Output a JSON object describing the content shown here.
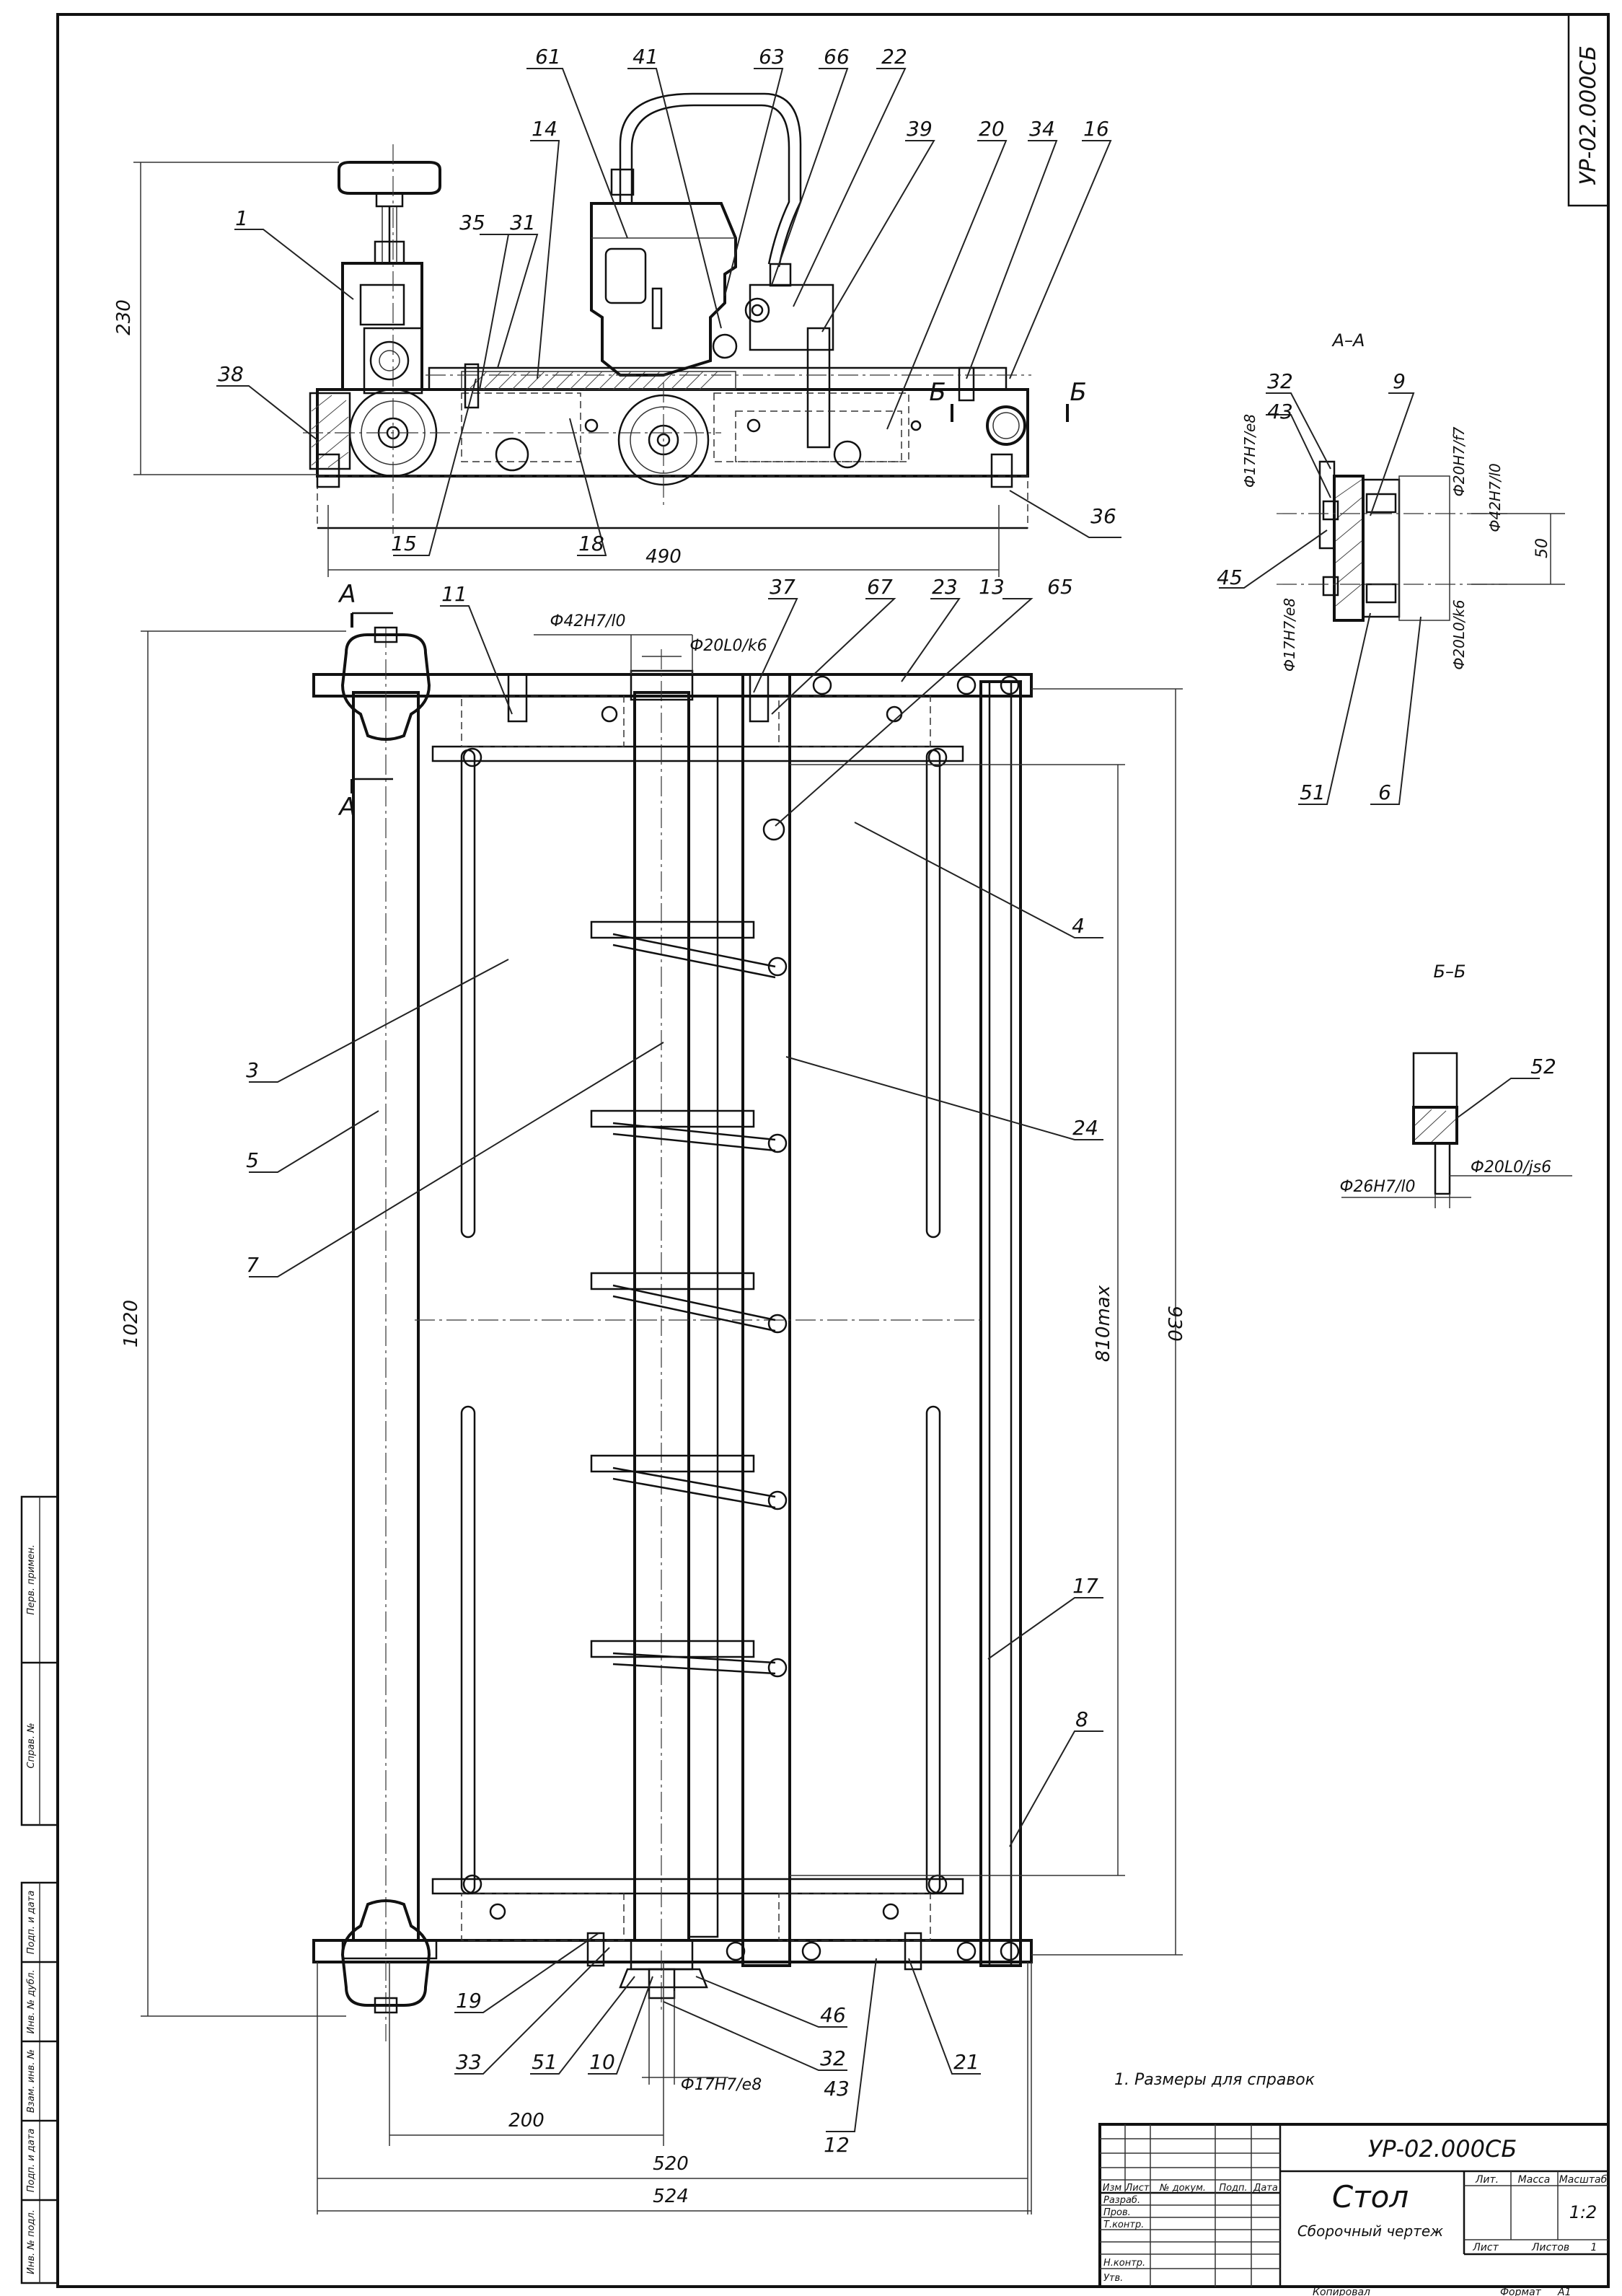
{
  "drawing": {
    "designation": "УР-02.000СБ",
    "title": "Стол",
    "subtitle": "Сборочный чертеж",
    "note": "1. Размеры для справок",
    "footer_copied": "Копировал",
    "footer_format_label": "Формат",
    "footer_format_value": "А1"
  },
  "title_block": {
    "row_header": [
      "Изм",
      "Лист",
      "№ докум.",
      "Подп.",
      "Дата"
    ],
    "roles": [
      "Разраб.",
      "Пров.",
      "Т.контр.",
      "Н.контр.",
      "Утв."
    ],
    "lit_label": "Лит.",
    "mass_label": "Масса",
    "scale_label": "Масштаб",
    "scale_value": "1:2",
    "sheet_label": "Лист",
    "sheets_label": "Листов",
    "sheets_value": "1"
  },
  "side_stamp": [
    "Перв. примен.",
    "Справ. №",
    "Подп. и дата",
    "Инв. № дубл.",
    "Взам. инв. №",
    "Подп. и дата",
    "Инв. № подл."
  ],
  "sections": {
    "aa": "А–А",
    "bb": "Б–Б",
    "letter_a": "А",
    "letter_b": "Б"
  },
  "dimensions": {
    "d230": "230",
    "d490": "490",
    "d1020": "1020",
    "d930": "930",
    "d810": "810max",
    "d200": "200",
    "d520": "520",
    "d524": "524",
    "d50": "50",
    "fit_42h7l0_top": "Ф42Н7/l0",
    "fit_20l0k6_top": "Ф20L0/k6",
    "fit_17h7e8_bottom": "Ф17Н7/е8",
    "fit_17h7e8_a": "Ф17Н7/е8",
    "fit_20h7f7": "Ф20Н7/f7",
    "fit_42h7l0_a": "Ф42Н7/l0",
    "fit_17h7e8_a2": "Ф17Н7/е8",
    "fit_20l0k6_a": "Ф20L0/k6",
    "fit_26h7l0": "Ф26Н7/l0",
    "fit_20l0js6": "Ф20L0/js6"
  },
  "callouts": {
    "c1": "1",
    "c3": "3",
    "c4": "4",
    "c5": "5",
    "c6": "6",
    "c7": "7",
    "c8": "8",
    "c9": "9",
    "c10": "10",
    "c11": "11",
    "c12": "12",
    "c13": "13",
    "c14": "14",
    "c15": "15",
    "c16": "16",
    "c17": "17",
    "c18": "18",
    "c19": "19",
    "c20": "20",
    "c21": "21",
    "c22": "22",
    "c23": "23",
    "c24": "24",
    "c31": "31",
    "c32": "32",
    "c32b": "32",
    "c33": "33",
    "c34": "34",
    "c35": "35",
    "c36": "36",
    "c37": "37",
    "c38": "38",
    "c39": "39",
    "c41": "41",
    "c43": "43",
    "c43b": "43",
    "c45": "45",
    "c46": "46",
    "c51": "51",
    "c51b": "51",
    "c52": "52",
    "c61": "61",
    "c63": "63",
    "c65": "65",
    "c66": "66",
    "c67": "67"
  }
}
